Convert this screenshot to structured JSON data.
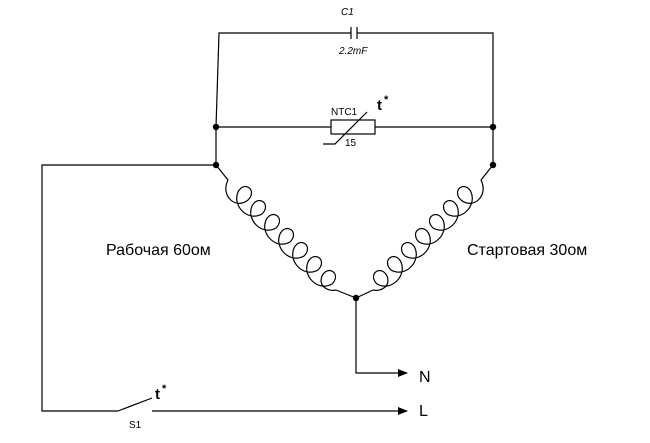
{
  "capacitor": {
    "ref": "C1",
    "value": "2.2mF"
  },
  "thermistor": {
    "ref": "NTC1",
    "value": "15",
    "temp_symbol": "t",
    "temp_star": "*"
  },
  "switch": {
    "ref": "S1",
    "temp_symbol": "t",
    "temp_star": "*"
  },
  "windings": {
    "working": "Рабочая 60ом",
    "starting": "Стартовая 30ом"
  },
  "terminals": {
    "neutral": "N",
    "line": "L"
  }
}
